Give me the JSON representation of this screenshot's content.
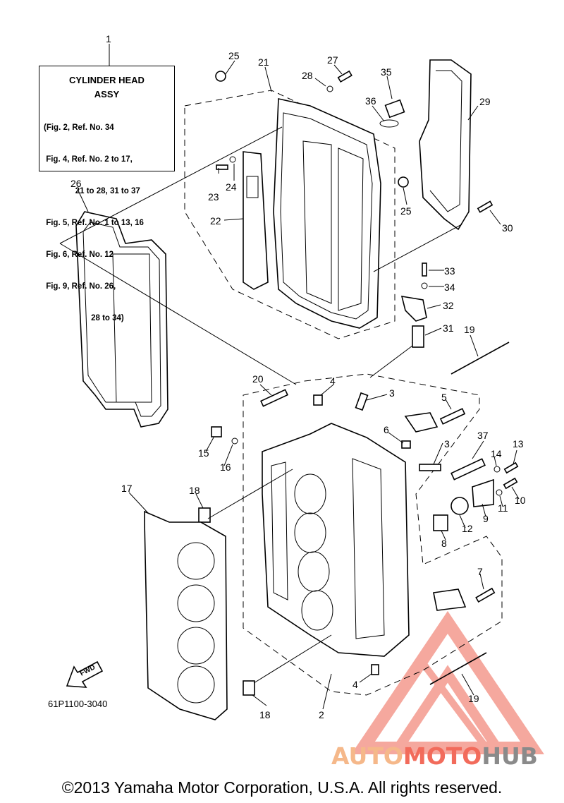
{
  "legend": {
    "title_line1": "CYLINDER HEAD",
    "title_line2": "ASSY",
    "lines": [
      "(Fig. 2, Ref. No. 34",
      " Fig. 4, Ref. No. 2 to 17,",
      "              21 to 28, 31 to 37",
      " Fig. 5, Ref. No. 1 to 13, 16",
      " Fig. 6, Ref. No. 12",
      " Fig. 9, Ref. No. 26,",
      "                     28 to 34)"
    ]
  },
  "callouts": [
    "1",
    "25",
    "21",
    "27",
    "28",
    "35",
    "36",
    "29",
    "23",
    "24",
    "25",
    "30",
    "26",
    "22",
    "33",
    "34",
    "32",
    "31",
    "19",
    "20",
    "4",
    "3",
    "5",
    "6",
    "37",
    "14",
    "13",
    "15",
    "16",
    "3",
    "17",
    "18",
    "12",
    "9",
    "11",
    "10",
    "8",
    "7",
    "4",
    "19",
    "18",
    "2"
  ],
  "fwd_label": "FWD",
  "diagram_code": "61P1100-3040",
  "watermark": {
    "text_part1": "AUTO",
    "text_part2": "MOTO",
    "text_part3": "HUB",
    "color_primary": "#f26b5b",
    "color_secondary": "#f5b88a",
    "color_dark": "#8a8a8a"
  },
  "copyright": "©2013 Yamaha Motor Corporation, U.S.A. All rights reserved."
}
